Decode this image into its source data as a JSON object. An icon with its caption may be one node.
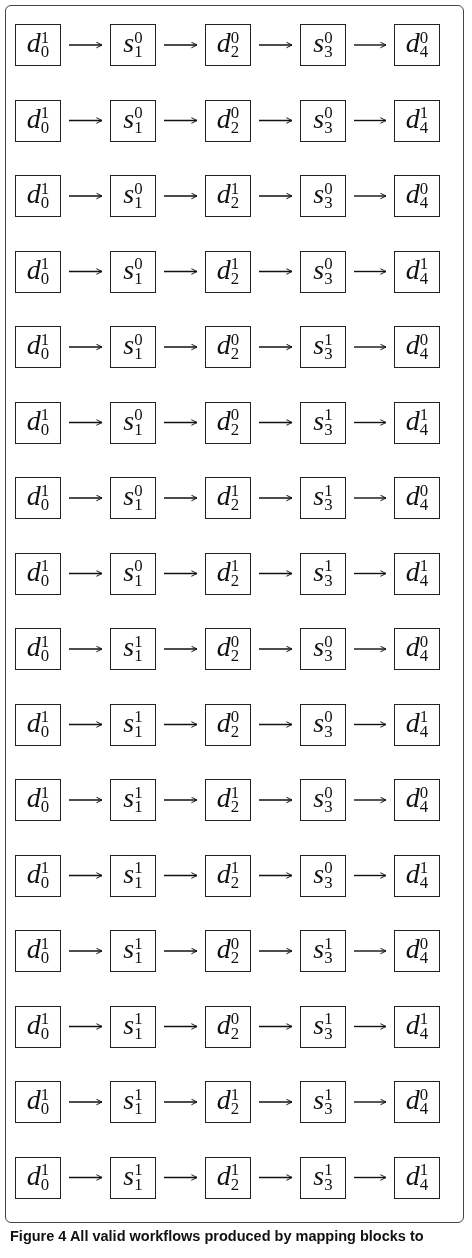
{
  "diagram": {
    "caption": "Figure 4 All valid workflows produced by mapping blocks to",
    "nodes": [
      {
        "text": [
          "*d*$^{1}$$_{0}$"
        ]
      },
      {
        "text": [
          "*s*$^{0}$$_{1}$"
        ]
      },
      {
        "text": [
          "*d*$^{0}$$_{2}$"
        ]
      },
      {
        "text": [
          "*s*$^{0}$$_{3}$"
        ]
      },
      {
        "text": [
          "*d*$^{0}$$_{4}$"
        ]
      },
      {
        "text": [
          "*d*$^{1}$$_{0}$"
        ]
      },
      {
        "text": [
          "*s*$^{0}$$_{1}$"
        ]
      },
      {
        "text": [
          "*d*$^{0}$$_{2}$"
        ]
      },
      {
        "text": [
          "*s*$^{0}$$_{3}$"
        ]
      },
      {
        "text": [
          "*d*$^{1}$$_{4}$"
        ]
      },
      {
        "text": [
          "*d*$^{1}$$_{0}$"
        ]
      },
      {
        "text": [
          "*s*$^{0}$$_{1}$"
        ]
      },
      {
        "text": [
          "*d*$^{1}$$_{2}$"
        ]
      },
      {
        "text": [
          "*s*$^{0}$$_{3}$"
        ]
      },
      {
        "text": [
          "*d*$^{0}$$_{4}$"
        ]
      },
      {
        "text": [
          "*d*$^{1}$$_{0}$"
        ]
      },
      {
        "text": [
          "*s*$^{0}$$_{1}$"
        ]
      },
      {
        "text": [
          "*d*$^{1}$$_{2}$"
        ]
      },
      {
        "text": [
          "*s*$^{0}$$_{3}$"
        ]
      },
      {
        "text": [
          "*d*$^{1}$$_{4}$"
        ]
      },
      {
        "text": [
          "*d*$^{1}$$_{0}$"
        ]
      },
      {
        "text": [
          "*s*$^{0}$$_{1}$"
        ]
      },
      {
        "text": [
          "*d*$^{0}$$_{2}$"
        ]
      },
      {
        "text": [
          "*s*$^{1}$$_{3}$"
        ]
      },
      {
        "text": [
          "*d*$^{0}$$_{4}$"
        ]
      },
      {
        "text": [
          "*d*$^{1}$$_{0}$"
        ]
      },
      {
        "text": [
          "*s*$^{0}$$_{1}$"
        ]
      },
      {
        "text": [
          "*d*$^{0}$$_{2}$"
        ]
      },
      {
        "text": [
          "*s*$^{1}$$_{3}$"
        ]
      },
      {
        "text": [
          "*d*$^{1}$$_{4}$"
        ]
      },
      {
        "text": [
          "*d*$^{1}$$_{0}$"
        ]
      },
      {
        "text": [
          "*s*$^{0}$$_{1}$"
        ]
      },
      {
        "text": [
          "*d*$^{1}$$_{2}$"
        ]
      },
      {
        "text": [
          "*s*$^{1}$$_{3}$"
        ]
      },
      {
        "text": [
          "*d*$^{0}$$_{4}$"
        ]
      },
      {
        "text": [
          "*d*$^{1}$$_{0}$"
        ]
      },
      {
        "text": [
          "*s*$^{0}$$_{1}$"
        ]
      },
      {
        "text": [
          "*d*$^{1}$$_{2}$"
        ]
      },
      {
        "text": [
          "*s*$^{1}$$_{3}$"
        ]
      },
      {
        "text": [
          "*d*$^{1}$$_{4}$"
        ]
      },
      {
        "text": [
          "*d*$^{1}$$_{0}$"
        ]
      },
      {
        "text": [
          "*s*$^{1}$$_{1}$"
        ]
      },
      {
        "text": [
          "*d*$^{0}$$_{2}$"
        ]
      },
      {
        "text": [
          "*s*$^{0}$$_{3}$"
        ]
      },
      {
        "text": [
          "*d*$^{0}$$_{4}$"
        ]
      },
      {
        "text": [
          "*d*$^{1}$$_{0}$"
        ]
      },
      {
        "text": [
          "*s*$^{1}$$_{1}$"
        ]
      },
      {
        "text": [
          "*d*$^{0}$$_{2}$"
        ]
      },
      {
        "text": [
          "*s*$^{0}$$_{3}$"
        ]
      },
      {
        "text": [
          "*d*$^{1}$$_{4}$"
        ]
      },
      {
        "text": [
          "*d*$^{1}$$_{0}$"
        ]
      },
      {
        "text": [
          "*s*$^{1}$$_{1}$"
        ]
      },
      {
        "text": [
          "*d*$^{1}$$_{2}$"
        ]
      },
      {
        "text": [
          "*s*$^{0}$$_{3}$"
        ]
      },
      {
        "text": [
          "*d*$^{0}$$_{4}$"
        ]
      },
      {
        "text": [
          "*d*$^{1}$$_{0}$"
        ]
      },
      {
        "text": [
          "*s*$^{1}$$_{1}$"
        ]
      },
      {
        "text": [
          "*d*$^{1}$$_{2}$"
        ]
      },
      {
        "text": [
          "*s*$^{0}$$_{3}$"
        ]
      },
      {
        "text": [
          "*d*$^{1}$$_{4}$"
        ]
      },
      {
        "text": [
          "*d*$^{1}$$_{0}$"
        ]
      },
      {
        "text": [
          "*s*$^{1}$$_{1}$"
        ]
      },
      {
        "text": [
          "*d*$^{0}$$_{2}$"
        ]
      },
      {
        "text": [
          "*s*$^{1}$$_{3}$"
        ]
      },
      {
        "text": [
          "*d*$^{0}$$_{4}$"
        ]
      },
      {
        "text": [
          "*d*$^{1}$$_{0}$"
        ]
      },
      {
        "text": [
          "*s*$^{1}$$_{1}$"
        ]
      },
      {
        "text": [
          "*d*$^{0}$$_{2}$"
        ]
      },
      {
        "text": [
          "*s*$^{1}$$_{3}$"
        ]
      },
      {
        "text": [
          "*d*$^{1}$$_{4}$"
        ]
      },
      {
        "text": [
          "*d*$^{1}$$_{0}$"
        ]
      },
      {
        "text": [
          "*s*$^{1}$$_{1}$"
        ]
      },
      {
        "text": [
          "*d*$^{1}$$_{2}$"
        ]
      },
      {
        "text": [
          "*s*$^{1}$$_{3}$"
        ]
      },
      {
        "text": [
          "*d*$^{0}$$_{4}$"
        ]
      },
      {
        "text": [
          "*d*$^{1}$$_{0}$"
        ]
      },
      {
        "text": [
          "*s*$^{1}$$_{1}$"
        ]
      },
      {
        "text": [
          "*d*$^{1}$$_{2}$"
        ]
      },
      {
        "text": [
          "*s*$^{1}$$_{3}$"
        ]
      },
      {
        "text": [
          "*d*$^{1}$$_{4}$"
        ]
      }
    ],
    "edges": [
      {
        "from": 0,
        "to": 1,
        "arrow": "to"
      },
      {
        "from": 1,
        "to": 2,
        "arrow": "to"
      },
      {
        "from": 2,
        "to": 3,
        "arrow": "to"
      },
      {
        "from": 3,
        "to": 4,
        "arrow": "to"
      },
      {
        "from": 5,
        "to": 6,
        "arrow": "to"
      },
      {
        "from": 6,
        "to": 7,
        "arrow": "to"
      },
      {
        "from": 7,
        "to": 8,
        "arrow": "to"
      },
      {
        "from": 8,
        "to": 9,
        "arrow": "to"
      },
      {
        "from": 10,
        "to": 11,
        "arrow": "to"
      },
      {
        "from": 11,
        "to": 12,
        "arrow": "to"
      },
      {
        "from": 12,
        "to": 13,
        "arrow": "to"
      },
      {
        "from": 13,
        "to": 14,
        "arrow": "to"
      },
      {
        "from": 15,
        "to": 16,
        "arrow": "to"
      },
      {
        "from": 16,
        "to": 17,
        "arrow": "to"
      },
      {
        "from": 17,
        "to": 18,
        "arrow": "to"
      },
      {
        "from": 18,
        "to": 19,
        "arrow": "to"
      },
      {
        "from": 20,
        "to": 21,
        "arrow": "to"
      },
      {
        "from": 21,
        "to": 22,
        "arrow": "to"
      },
      {
        "from": 22,
        "to": 23,
        "arrow": "to"
      },
      {
        "from": 23,
        "to": 24,
        "arrow": "to"
      },
      {
        "from": 25,
        "to": 26,
        "arrow": "to"
      },
      {
        "from": 26,
        "to": 27,
        "arrow": "to"
      },
      {
        "from": 27,
        "to": 28,
        "arrow": "to"
      },
      {
        "from": 28,
        "to": 29,
        "arrow": "to"
      },
      {
        "from": 30,
        "to": 31,
        "arrow": "to"
      },
      {
        "from": 31,
        "to": 32,
        "arrow": "to"
      },
      {
        "from": 32,
        "to": 33,
        "arrow": "to"
      },
      {
        "from": 33,
        "to": 34,
        "arrow": "to"
      },
      {
        "from": 35,
        "to": 36,
        "arrow": "to"
      },
      {
        "from": 36,
        "to": 37,
        "arrow": "to"
      },
      {
        "from": 37,
        "to": 38,
        "arrow": "to"
      },
      {
        "from": 38,
        "to": 39,
        "arrow": "to"
      },
      {
        "from": 40,
        "to": 41,
        "arrow": "to"
      },
      {
        "from": 41,
        "to": 42,
        "arrow": "to"
      },
      {
        "from": 42,
        "to": 43,
        "arrow": "to"
      },
      {
        "from": 43,
        "to": 44,
        "arrow": "to"
      },
      {
        "from": 45,
        "to": 46,
        "arrow": "to"
      },
      {
        "from": 46,
        "to": 47,
        "arrow": "to"
      },
      {
        "from": 47,
        "to": 48,
        "arrow": "to"
      },
      {
        "from": 48,
        "to": 49,
        "arrow": "to"
      },
      {
        "from": 50,
        "to": 51,
        "arrow": "to"
      },
      {
        "from": 51,
        "to": 52,
        "arrow": "to"
      },
      {
        "from": 52,
        "to": 53,
        "arrow": "to"
      },
      {
        "from": 53,
        "to": 54,
        "arrow": "to"
      },
      {
        "from": 55,
        "to": 56,
        "arrow": "to"
      },
      {
        "from": 56,
        "to": 57,
        "arrow": "to"
      },
      {
        "from": 57,
        "to": 58,
        "arrow": "to"
      },
      {
        "from": 58,
        "to": 59,
        "arrow": "to"
      },
      {
        "from": 60,
        "to": 61,
        "arrow": "to"
      },
      {
        "from": 61,
        "to": 62,
        "arrow": "to"
      },
      {
        "from": 62,
        "to": 63,
        "arrow": "to"
      },
      {
        "from": 63,
        "to": 64,
        "arrow": "to"
      },
      {
        "from": 65,
        "to": 66,
        "arrow": "to"
      },
      {
        "from": 66,
        "to": 67,
        "arrow": "to"
      },
      {
        "from": 67,
        "to": 68,
        "arrow": "to"
      },
      {
        "from": 68,
        "to": 69,
        "arrow": "to"
      },
      {
        "from": 70,
        "to": 71,
        "arrow": "to"
      },
      {
        "from": 71,
        "to": 72,
        "arrow": "to"
      },
      {
        "from": 72,
        "to": 73,
        "arrow": "to"
      },
      {
        "from": 73,
        "to": 74,
        "arrow": "to"
      },
      {
        "from": 75,
        "to": 76,
        "arrow": "to"
      },
      {
        "from": 76,
        "to": 77,
        "arrow": "to"
      },
      {
        "from": 77,
        "to": 78,
        "arrow": "to"
      },
      {
        "from": 78,
        "to": 79,
        "arrow": "to"
      }
    ]
  }
}
